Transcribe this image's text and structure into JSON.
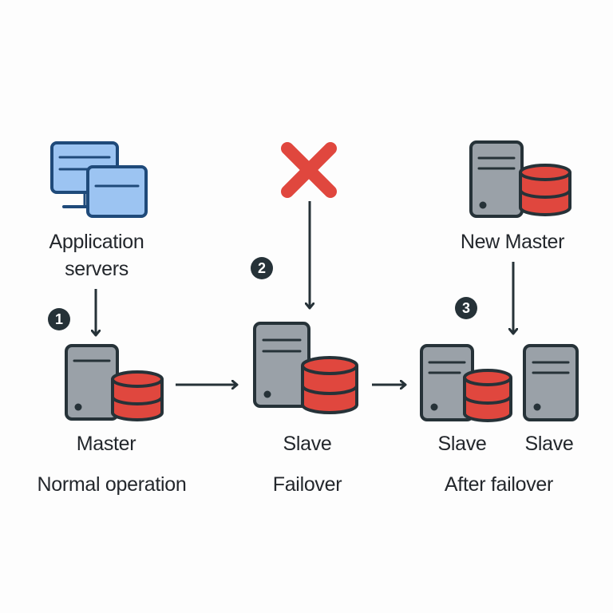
{
  "colors": {
    "outline": "#263238",
    "server_fill": "#9aa1a8",
    "db_fill": "#e0473e",
    "app_fill": "#9cc4f2",
    "app_outline": "#1f4a7a",
    "fail_x": "#e0473e"
  },
  "app_servers": {
    "label_line1": "Application",
    "label_line2": "servers",
    "icon": "application-servers-icon"
  },
  "steps": [
    {
      "number": "1",
      "caption": "Normal operation",
      "node_label": "Master"
    },
    {
      "number": "2",
      "caption": "Failover",
      "node_label": "Slave",
      "failure_icon": "red-x-icon"
    },
    {
      "number": "3",
      "caption": "After failover",
      "node_labels": [
        "Slave",
        "Slave"
      ],
      "new_master_label": "New Master"
    }
  ]
}
